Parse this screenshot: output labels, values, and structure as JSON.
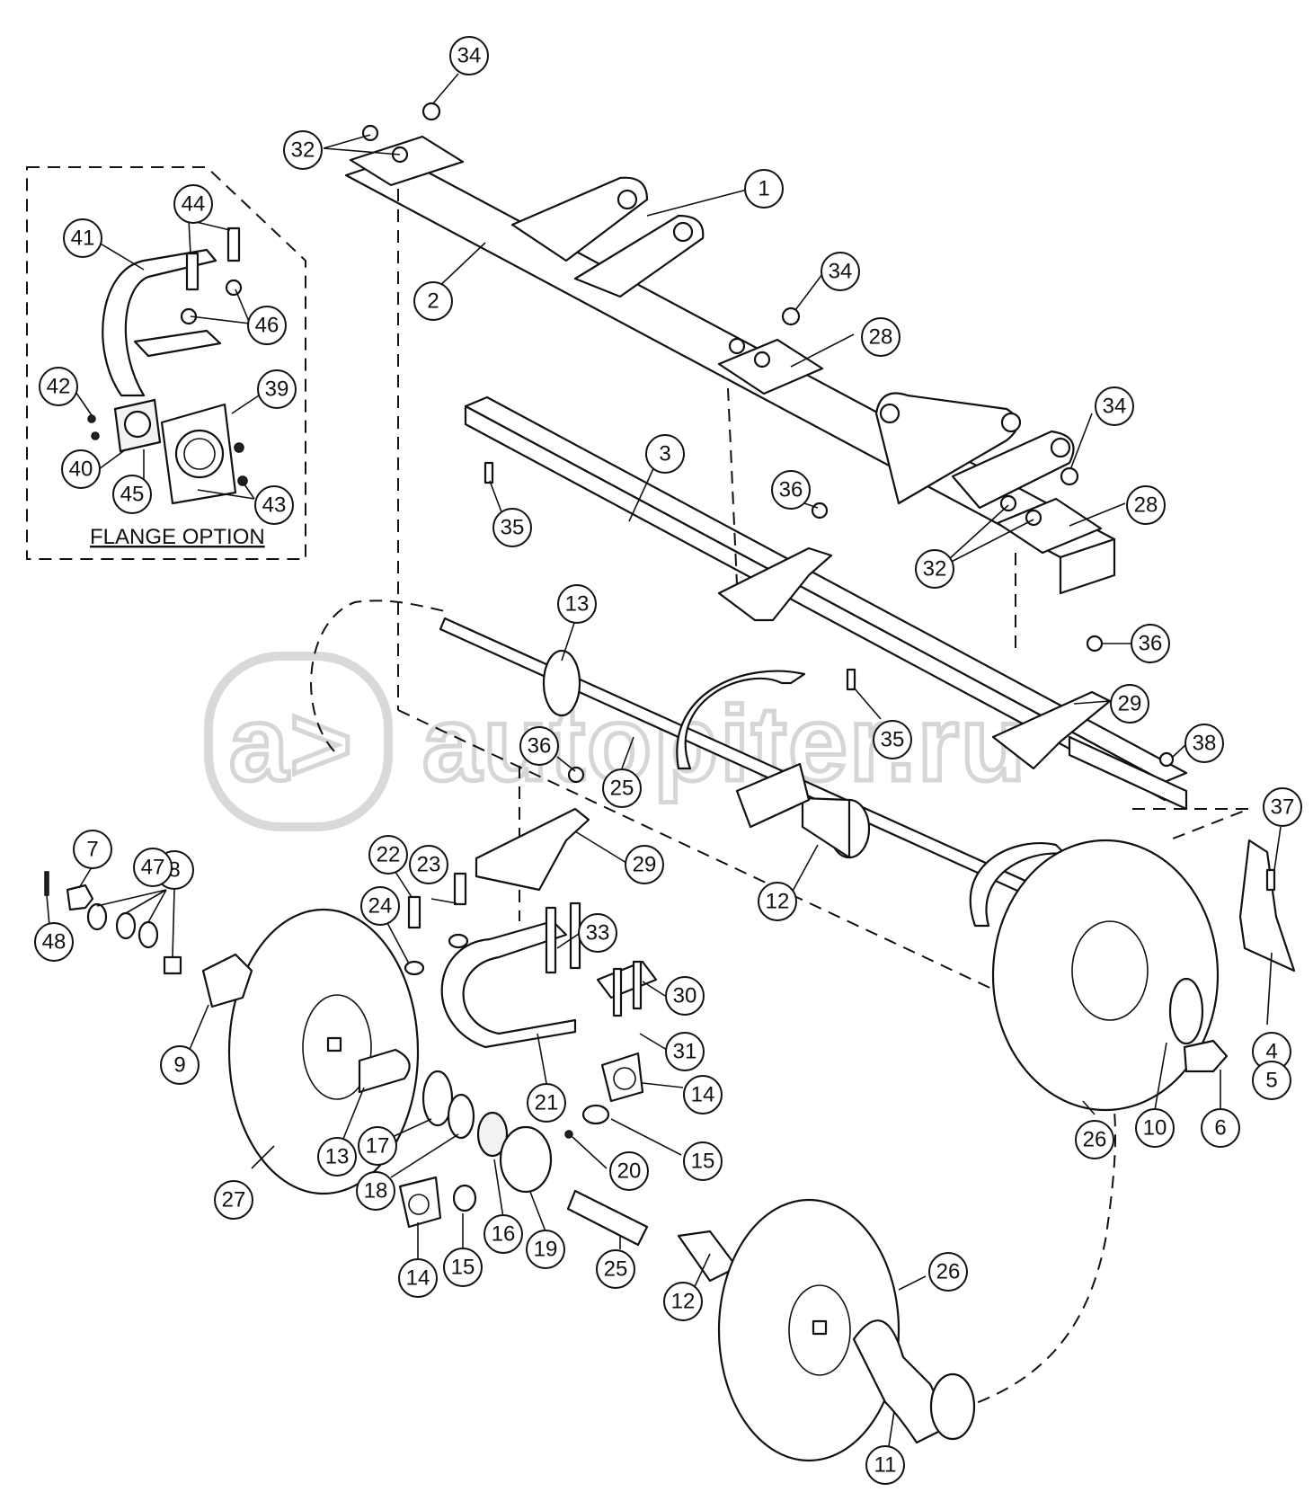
{
  "watermark": {
    "logo_mark": "a>",
    "text": "autopiter.ru"
  },
  "flange_option": {
    "label": "FLANGE OPTION"
  },
  "callouts": [
    "1",
    "2",
    "3",
    "4",
    "5",
    "6",
    "7",
    "8",
    "9",
    "10",
    "11",
    "12",
    "12",
    "13",
    "13",
    "14",
    "14",
    "15",
    "15",
    "16",
    "17",
    "18",
    "19",
    "20",
    "21",
    "22",
    "23",
    "24",
    "25",
    "25",
    "26",
    "26",
    "27",
    "28",
    "28",
    "29",
    "29",
    "30",
    "31",
    "32",
    "32",
    "33",
    "34",
    "34",
    "34",
    "35",
    "35",
    "36",
    "36",
    "36",
    "37",
    "38",
    "39",
    "40",
    "41",
    "42",
    "43",
    "44",
    "45",
    "46",
    "47",
    "48"
  ]
}
